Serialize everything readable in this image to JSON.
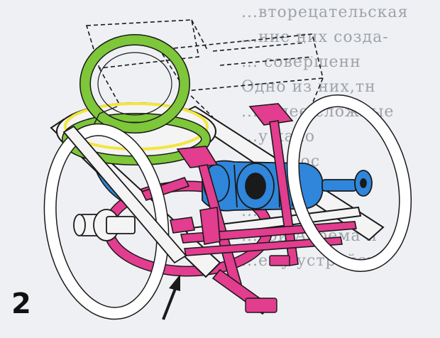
{
  "figure": {
    "number": "2",
    "background_text_lines": [
      "...вторецательская",
      "...ние них созда-",
      "... совершенн",
      "Одно из них,тн",
      "...более сложные",
      "...у    кало",
      "...т к пос",
      "",
      "",
      "",
      "",
      "...ст",
      "...о",
      "...вой Абрема и",
      "...ему устройст"
    ]
  },
  "colors": {
    "background": "#eef0f3",
    "outline": "#1a1a1a",
    "wheel_fill": "#ffffff",
    "green_ring": "#7ec63a",
    "yellow_highlight": "#f2e640",
    "magenta": "#e23d8f",
    "blue": "#2f86db",
    "grey_part": "#f4f4f4"
  },
  "icons": {
    "arrow": "arrow-pointer-icon"
  }
}
